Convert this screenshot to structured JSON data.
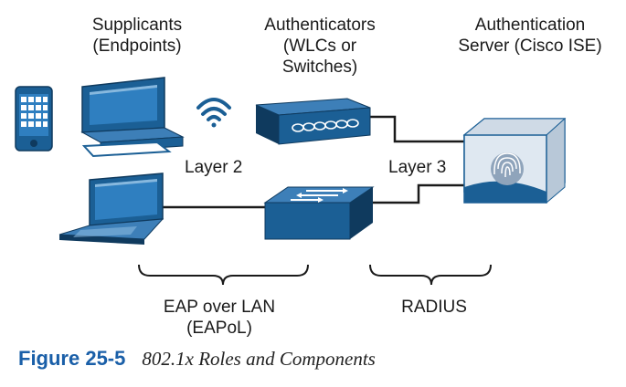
{
  "labels": {
    "supplicants": "Supplicants\n(Endpoints)",
    "authenticators": "Authenticators\n(WLCs or\nSwitches)",
    "auth_server": "Authentication\nServer (Cisco ISE)",
    "layer2": "Layer 2",
    "layer3": "Layer 3",
    "eapol": "EAP over LAN\n(EAPoL)",
    "radius": "RADIUS"
  },
  "caption": {
    "number": "Figure 25-5",
    "title": "802.1x Roles and Components"
  },
  "icons": [
    "smartphone-icon",
    "desktop-computer-icon",
    "wifi-icon",
    "wireless-controller-icon",
    "laptop-icon",
    "switch-icon",
    "ise-server-icon"
  ],
  "colors": {
    "device_blue": "#1b5f95",
    "device_top": "#3d7fb8",
    "line": "#1a1a1a"
  }
}
